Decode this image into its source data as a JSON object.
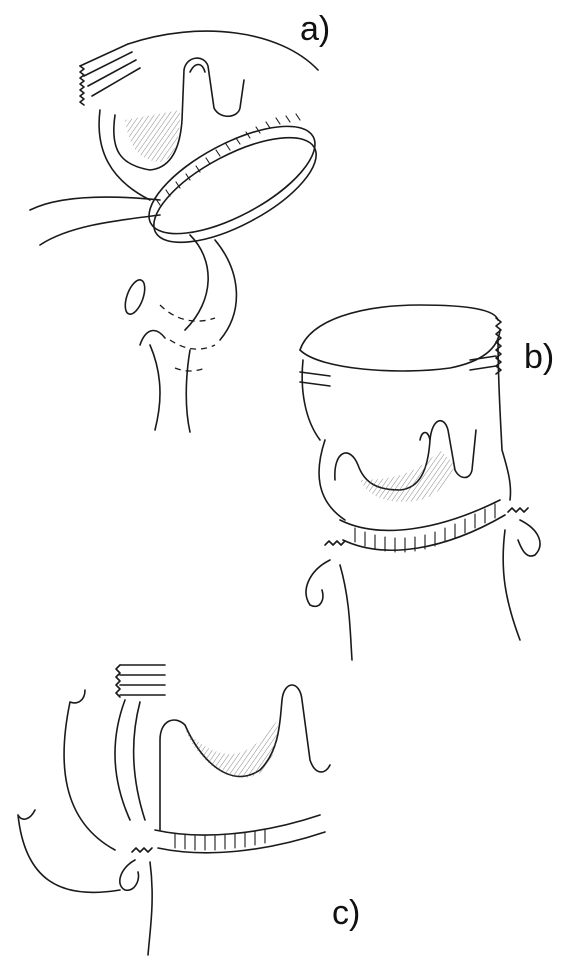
{
  "figure": {
    "panels": [
      {
        "id": "a",
        "label": "a)"
      },
      {
        "id": "b",
        "label": "b)"
      },
      {
        "id": "c",
        "label": "c)"
      }
    ]
  },
  "colors": {
    "ink": "#1a1a1a",
    "background": "#ffffff"
  }
}
